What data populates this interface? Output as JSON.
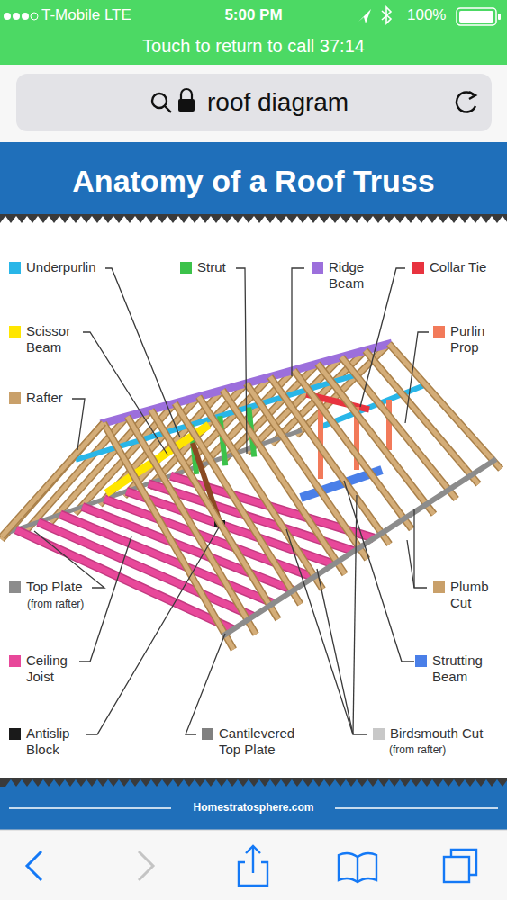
{
  "diagram": {
    "title": "Anatomy of a Roof Truss",
    "labels": [
      "T-Mobile LTE",
      "5:00 PM",
      "100%",
      "Touch to return to call 37:14",
      "roof diagram",
      "(from rafter)",
      "(from rafter)",
      "Homestratosphere.com"
    ],
    "legend": [
      {
        "text": "Underpurlin",
        "color": "#29b6e8"
      },
      {
        "text": "Strut",
        "color": "#3cc24a"
      },
      {
        "text": "Ridge Beam",
        "color": "#9c6fdc"
      },
      {
        "text": "Collar Tie",
        "color": "#e8333f"
      },
      {
        "text": "Scissor Beam",
        "color": "#ffe600"
      },
      {
        "text": "Purlin Prop",
        "color": "#f27a5a"
      },
      {
        "text": "Rafter",
        "color": "#c9a06a"
      },
      {
        "text": "Top Plate",
        "color": "#8c8c8c"
      },
      {
        "text": "Plumb Cut",
        "color": "#c9a06a"
      },
      {
        "text": "Ceiling Joist",
        "color": "#e8489a"
      },
      {
        "text": "Strutting Beam",
        "color": "#4a7fe8"
      },
      {
        "text": "Antislip Block",
        "color": "#1a1a1a"
      },
      {
        "text": "Cantilevered Top Plate",
        "color": "#808080"
      },
      {
        "text": "Birdsmouth Cut",
        "color": "#c8c8c8"
      }
    ]
  }
}
